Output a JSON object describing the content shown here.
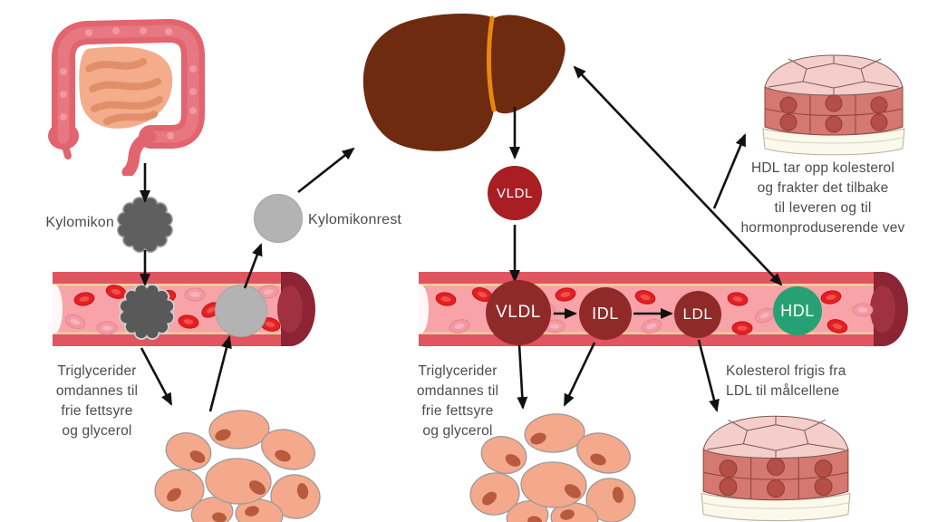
{
  "labels": {
    "kylomikon": "Kylomikon",
    "kylomikonrest": "Kylomikonrest",
    "vldl_top": "VLDL",
    "vldl_vessel": "VLDL",
    "idl": "IDL",
    "ldl": "LDL",
    "hdl": "HDL"
  },
  "annotations": {
    "triglycerides_left": "Triglycerider\nomdannes til\nfrie fettsyre\nog glycerol",
    "triglycerides_middle": "Triglycerider\nomdannes til\nfrie fettsyre\nog glycerol",
    "hdl_note": "HDL tar opp kolesterol\nog frakter det tilbake\ntil leveren og til\nhormonproduserende vev",
    "ldl_note": "Kolesterol frigis fra\nLDL til målcellene"
  },
  "colors": {
    "vldl_top_red": "#a81e23",
    "lipoprotein_dark_red": "#8f2a28",
    "hdl_green": "#27a173",
    "kylomikon_gray": "#5f5f5f",
    "kylomikonrest_gray": "#b3b3b3",
    "vessel_wall": "#e05560",
    "vessel_lumen": "#f8a3a8",
    "blood_cell_red": "#e51f22",
    "liver_brown": "#6e2b10",
    "fat_cell_salmon": "#f4a98c",
    "text_gray": "#4c4c4c",
    "arrow_black": "#111111"
  }
}
